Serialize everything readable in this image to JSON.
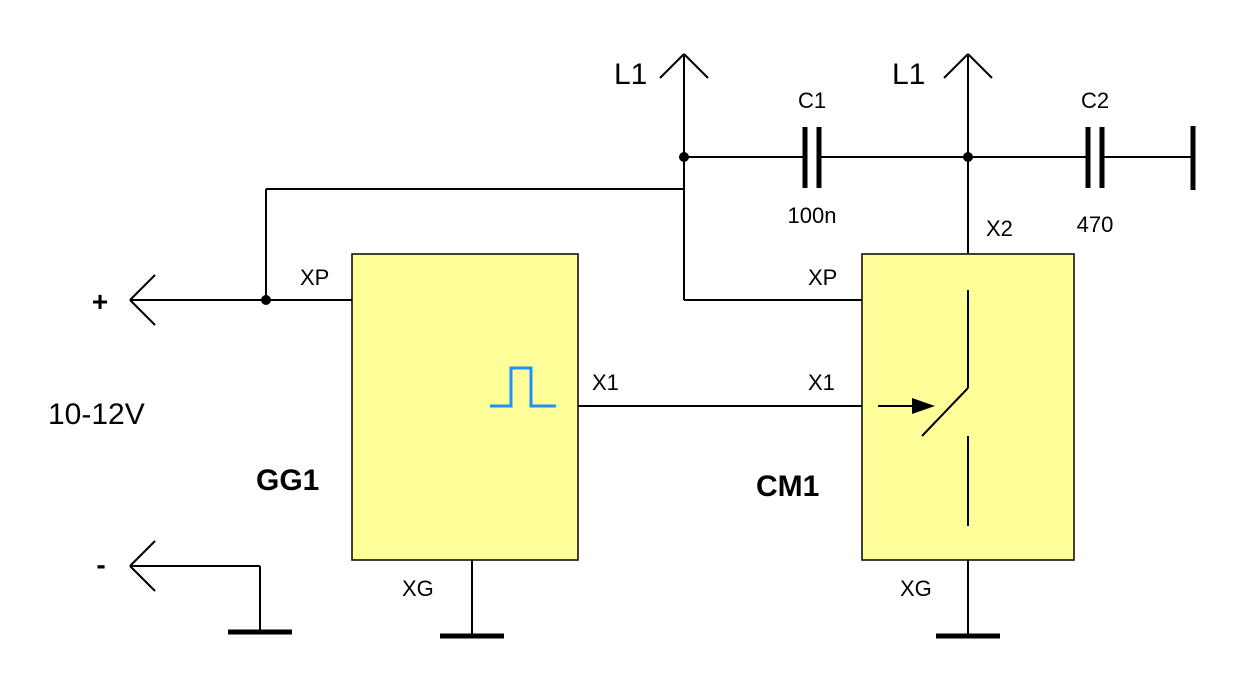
{
  "supply": {
    "plus_label": "+",
    "minus_label": "-",
    "voltage_label": "10-12V"
  },
  "rails": {
    "l1_left": "L1",
    "l1_right": "L1"
  },
  "capacitors": {
    "c1": {
      "name": "C1",
      "value": "100n"
    },
    "c2": {
      "name": "C2",
      "value": "470"
    }
  },
  "gg1": {
    "name": "GG1",
    "pin_xp": "XP",
    "pin_x1": "X1",
    "pin_xg": "XG"
  },
  "cm1": {
    "name": "CM1",
    "pin_xp": "XP",
    "pin_x1": "X1",
    "pin_x2": "X2",
    "pin_xg": "XG"
  },
  "colors": {
    "block_fill": "#ffff99",
    "pulse_symbol": "#1e90ff"
  }
}
